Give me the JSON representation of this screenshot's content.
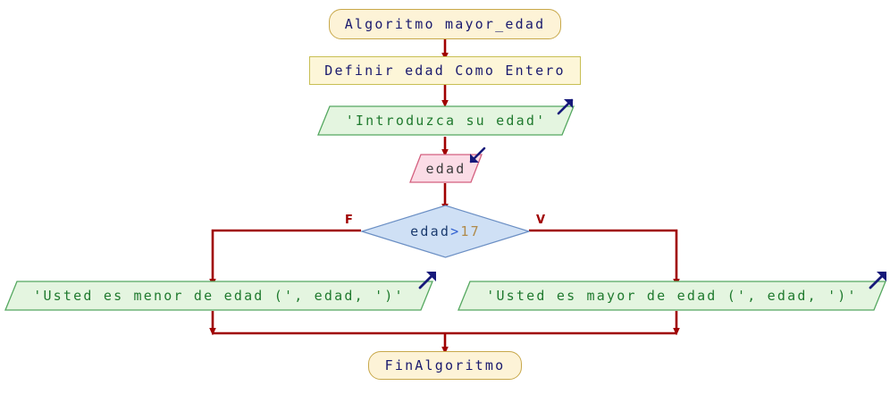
{
  "diagram": {
    "title": "Algoritmo mayor_edad",
    "language": "es",
    "type": "flowchart",
    "colors": {
      "connector": "#a00000",
      "terminator_fill": "#fdf3d7",
      "terminator_border": "#c8a84b",
      "process_fill": "#fdf6d8",
      "process_border": "#c8bf54",
      "output_fill": "#e4f5e0",
      "output_border": "#55a860",
      "input_fill": "#fbdce6",
      "input_border": "#d4607f",
      "decision_fill": "#cfe0f5",
      "decision_border": "#6b8fc4",
      "text_dark_blue": "#1a1a6e",
      "text_green": "#1f7a2e",
      "text_red": "#a00000",
      "number_token": "#b08a4a"
    }
  },
  "nodes": {
    "start": {
      "kind": "terminator",
      "label": "Algoritmo mayor_edad"
    },
    "declare": {
      "kind": "process",
      "label": "Definir edad Como Entero"
    },
    "prompt": {
      "kind": "output",
      "label": "'Introduzca su edad'",
      "icon": "output-arrow-icon"
    },
    "read": {
      "kind": "input",
      "label": "edad",
      "icon": "input-arrow-icon"
    },
    "decision": {
      "kind": "decision",
      "condition_variable": "edad",
      "condition_operator": ">",
      "condition_value": "17",
      "condition_full": "edad>17",
      "false_label": "F",
      "true_label": "V"
    },
    "out_false": {
      "kind": "output",
      "label": "'Usted es menor de edad (', edad, ')'",
      "icon": "output-arrow-icon"
    },
    "out_true": {
      "kind": "output",
      "label": "'Usted es mayor de edad (', edad, ')'",
      "icon": "output-arrow-icon"
    },
    "end": {
      "kind": "terminator",
      "label": "FinAlgoritmo"
    }
  }
}
